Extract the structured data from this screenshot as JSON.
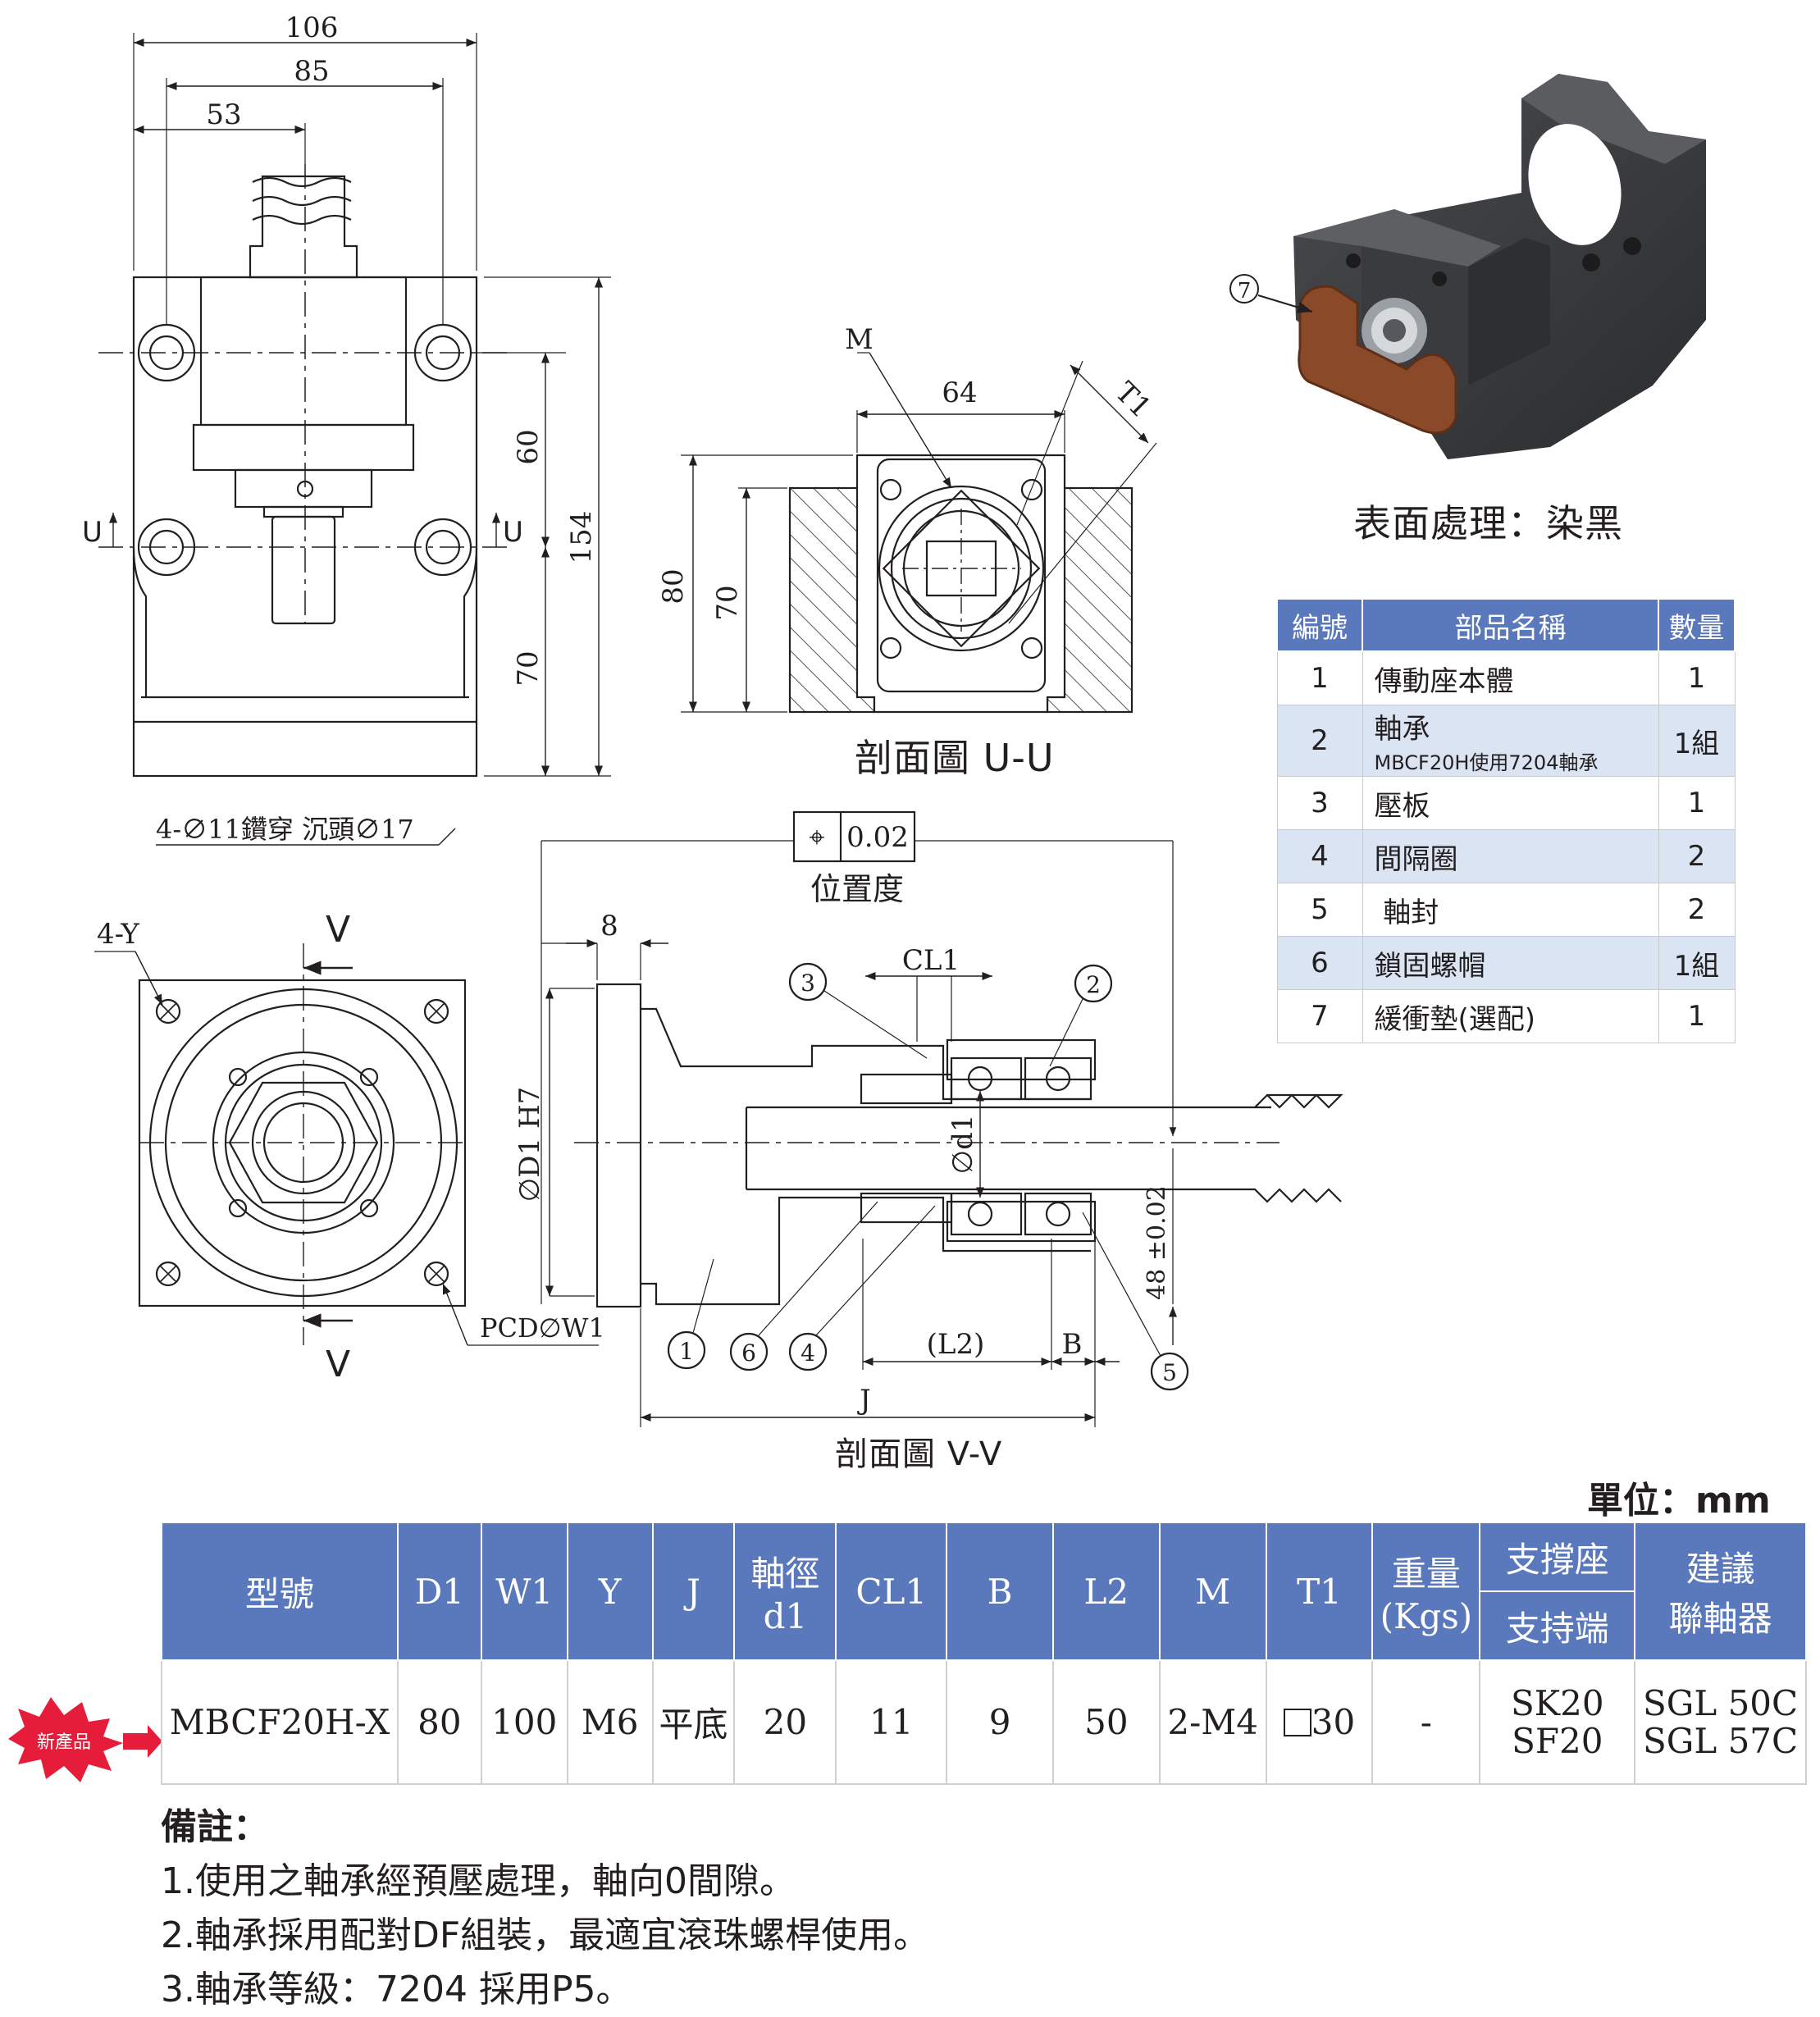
{
  "drawing": {
    "front_view": {
      "dims": {
        "overall_width": "106",
        "hole_span": "85",
        "half_width": "53",
        "height_upper": "60",
        "height_lower": "70",
        "height_total": "154"
      },
      "section_marks": {
        "left": "U",
        "right": "U"
      },
      "hole_note": "4-∅11鑽穿  沉頭∅17"
    },
    "section_uu": {
      "labels": {
        "m": "M",
        "t1": "T1"
      },
      "dims": {
        "width": "64",
        "height_outer": "80",
        "height_inner": "70"
      },
      "caption": "剖面圖 U-U"
    },
    "side_view": {
      "labels": {
        "four_y": "4-Y",
        "v_top": "V",
        "v_bottom": "V",
        "pcd": "PCD∅W1"
      }
    },
    "section_vv": {
      "tolerance": {
        "symbol": "⌖",
        "value": "0.02",
        "label": "位置度"
      },
      "dims": {
        "flange": "8",
        "cl1": "CL1",
        "d1_bore": "∅D1 H7",
        "d1_shaft": "∅d1",
        "center_height": "48 ±0.02",
        "l2": "(L2)",
        "b": "B",
        "j": "J"
      },
      "balloons": [
        "1",
        "2",
        "3",
        "4",
        "5",
        "6"
      ],
      "caption": "剖面圖 V-V"
    },
    "photo": {
      "balloon": "7",
      "caption": "表面處理：染黑"
    }
  },
  "parts_table": {
    "headers": {
      "no": "編號",
      "name": "部品名稱",
      "qty": "數量"
    },
    "rows": [
      {
        "no": "1",
        "name": "傳動座本體",
        "sub": "",
        "qty": "1"
      },
      {
        "no": "2",
        "name": "軸承",
        "sub": "MBCF20H使用7204軸承",
        "qty": "1組"
      },
      {
        "no": "3",
        "name": "壓板",
        "sub": "",
        "qty": "1"
      },
      {
        "no": "4",
        "name": "間隔圈",
        "sub": "",
        "qty": "2"
      },
      {
        "no": "5",
        "name": " 軸封",
        "sub": "",
        "qty": "2"
      },
      {
        "no": "6",
        "name": "鎖固螺帽",
        "sub": "",
        "qty": "1組"
      },
      {
        "no": "7",
        "name": "緩衝墊(選配)",
        "sub": "",
        "qty": "1"
      }
    ]
  },
  "unit_label": "單位：mm",
  "spec_table": {
    "headers": {
      "model": "型號",
      "d1": "D1",
      "w1": "W1",
      "y": "Y",
      "j": "J",
      "shaft_a": "軸徑",
      "shaft_b": "d1",
      "cl1": "CL1",
      "b": "B",
      "l2": "L2",
      "m": "M",
      "t1": "T1",
      "weight_a": "重量",
      "weight_b": "(Kgs)",
      "support": "支撐座",
      "support_end": "支持端",
      "coupling_a": "建議",
      "coupling_b": "聯軸器"
    },
    "row": {
      "badge": "新產品",
      "model": "MBCF20H-X",
      "d1": "80",
      "w1": "100",
      "y": "M6",
      "j": "平底",
      "shaft": "20",
      "cl1": "11",
      "b": "9",
      "l2": "50",
      "m": "2-M4",
      "t1": "30",
      "weight": "-",
      "support_1": "SK20",
      "support_2": "SF20",
      "coupling_1": "SGL 50C",
      "coupling_2": "SGL 57C"
    }
  },
  "notes": {
    "title": "備註：",
    "items": [
      "1.使用之軸承經預壓處理，軸向0間隙。",
      "2.軸承採用配對DF組裝，最適宜滾珠螺桿使用。",
      "3.軸承等級：7204 採用P5。"
    ]
  },
  "colors": {
    "header_blue": "#5a79bd",
    "row_alt": "#dbe4f2",
    "cushion_brown": "#8a4a2a",
    "badge_red": "#e51d3a",
    "line": "#231f20"
  }
}
